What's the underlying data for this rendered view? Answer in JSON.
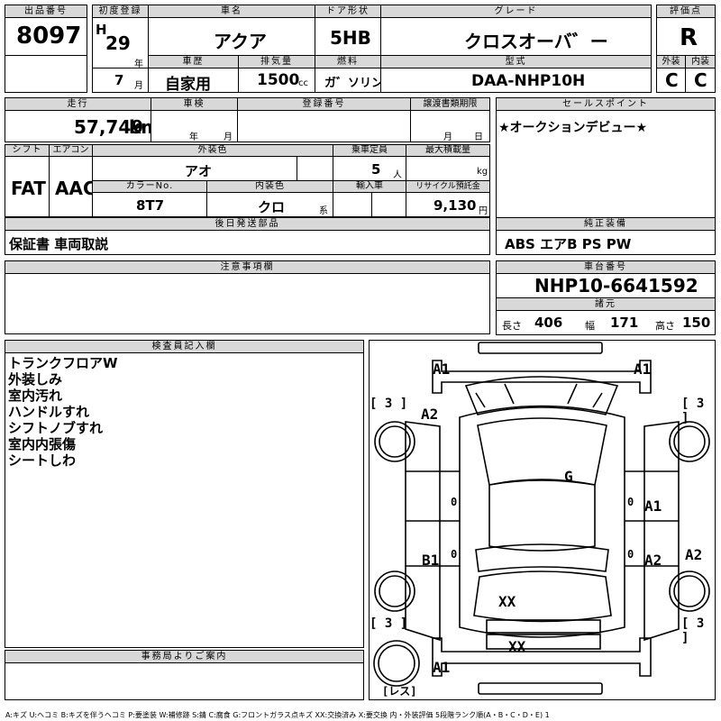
{
  "header_labels": {
    "lot_no": "出品番号",
    "first_reg": "初度登録",
    "car_name": "車名",
    "door": "ドア形状",
    "grade": "グレード",
    "score": "評価点",
    "history": "車歴",
    "displacement": "排気量",
    "fuel": "燃料",
    "model": "型式",
    "exterior": "外装",
    "interior": "内装",
    "mileage": "走行",
    "inspection": "車検",
    "reg_no": "登録番号",
    "transfer_doc": "譲渡書類期限",
    "sales_point": "セールスポイント",
    "shift": "シフト",
    "aircon": "エアコン",
    "ext_color": "外装色",
    "seats": "乗車定員",
    "max_load": "最大積載量",
    "color_no": "カラーNo.",
    "int_color": "内装色",
    "import": "輸入車",
    "recycle": "リサイクル預託金",
    "later_parts": "後日発送部品",
    "equipment": "純正装備",
    "caution": "注意事項欄",
    "chassis": "車台番号",
    "dimensions": "諸元",
    "inspector": "検査員記入欄",
    "office": "事務局よりご案内"
  },
  "values": {
    "lot_no": "8097",
    "era": "H",
    "year": "29",
    "year_unit": "年",
    "month": "7",
    "month_unit": "月",
    "car_name": "アクア",
    "door": "5HB",
    "grade": "クロスオーバ゛ー",
    "score": "R",
    "history": "自家用",
    "displacement": "1500",
    "displacement_unit": "cc",
    "fuel": "ガ゛ソリン",
    "model": "DAA-NHP10H",
    "exterior": "C",
    "interior": "C",
    "mileage": "57,749",
    "mileage_unit": "km",
    "insp_year_unit": "年",
    "insp_month_unit": "月",
    "transfer_month_unit": "月",
    "transfer_day_unit": "日",
    "sales_point": "★オークションデビュー★",
    "shift": "FAT",
    "aircon": "AAC",
    "ext_color": "アオ",
    "seats": "5",
    "seats_unit": "人",
    "max_load_unit": "kg",
    "color_no": "8T7",
    "int_color": "クロ",
    "int_color_unit": "系",
    "recycle": "9,130",
    "recycle_unit": "円",
    "later_parts": "保証書 車両取説",
    "equipment": "ABS エアB PS PW",
    "chassis": "NHP10-6641592",
    "length_label": "長さ",
    "length": "406",
    "width_label": "幅",
    "width": "171",
    "height_label": "高さ",
    "height": "150"
  },
  "inspector_notes": [
    "トランクフロアW",
    "外装しみ",
    "室内汚れ",
    "ハンドルすれ",
    "シフトノブすれ",
    "室内内張傷",
    "シートしわ"
  ],
  "diagram_labels": {
    "a1_front_left": "A1",
    "a1_front_right": "A1",
    "a2_front_left": "A2",
    "g_roof": "G",
    "a1_right_door": "A1",
    "b1_left_rear": "B1",
    "a2_right_rear": "A2",
    "a2_right_fender": "A2",
    "xx_rear": "XX",
    "xx_bumper": "XX",
    "a1_rear": "A1",
    "tire_fl": "[ 3 ]",
    "tire_fr": "[ 3 ]",
    "tire_rl": "[ 3 ]",
    "tire_rr": "[ 3 ]",
    "spare": "[レス]",
    "zero_left": "0",
    "zero_right": "0",
    "zero_left2": "0",
    "zero_right2": "0"
  },
  "legend": "A:キズ U:ヘコミ B:キズを伴うヘコミ P:要塗装 W:補修跡 S:錆 C:腐食 G:フロントガラス点キズ XX:交換済み X:要交換 内・外装評価 5段階ランク順(A・B・C・D・E) 1"
}
